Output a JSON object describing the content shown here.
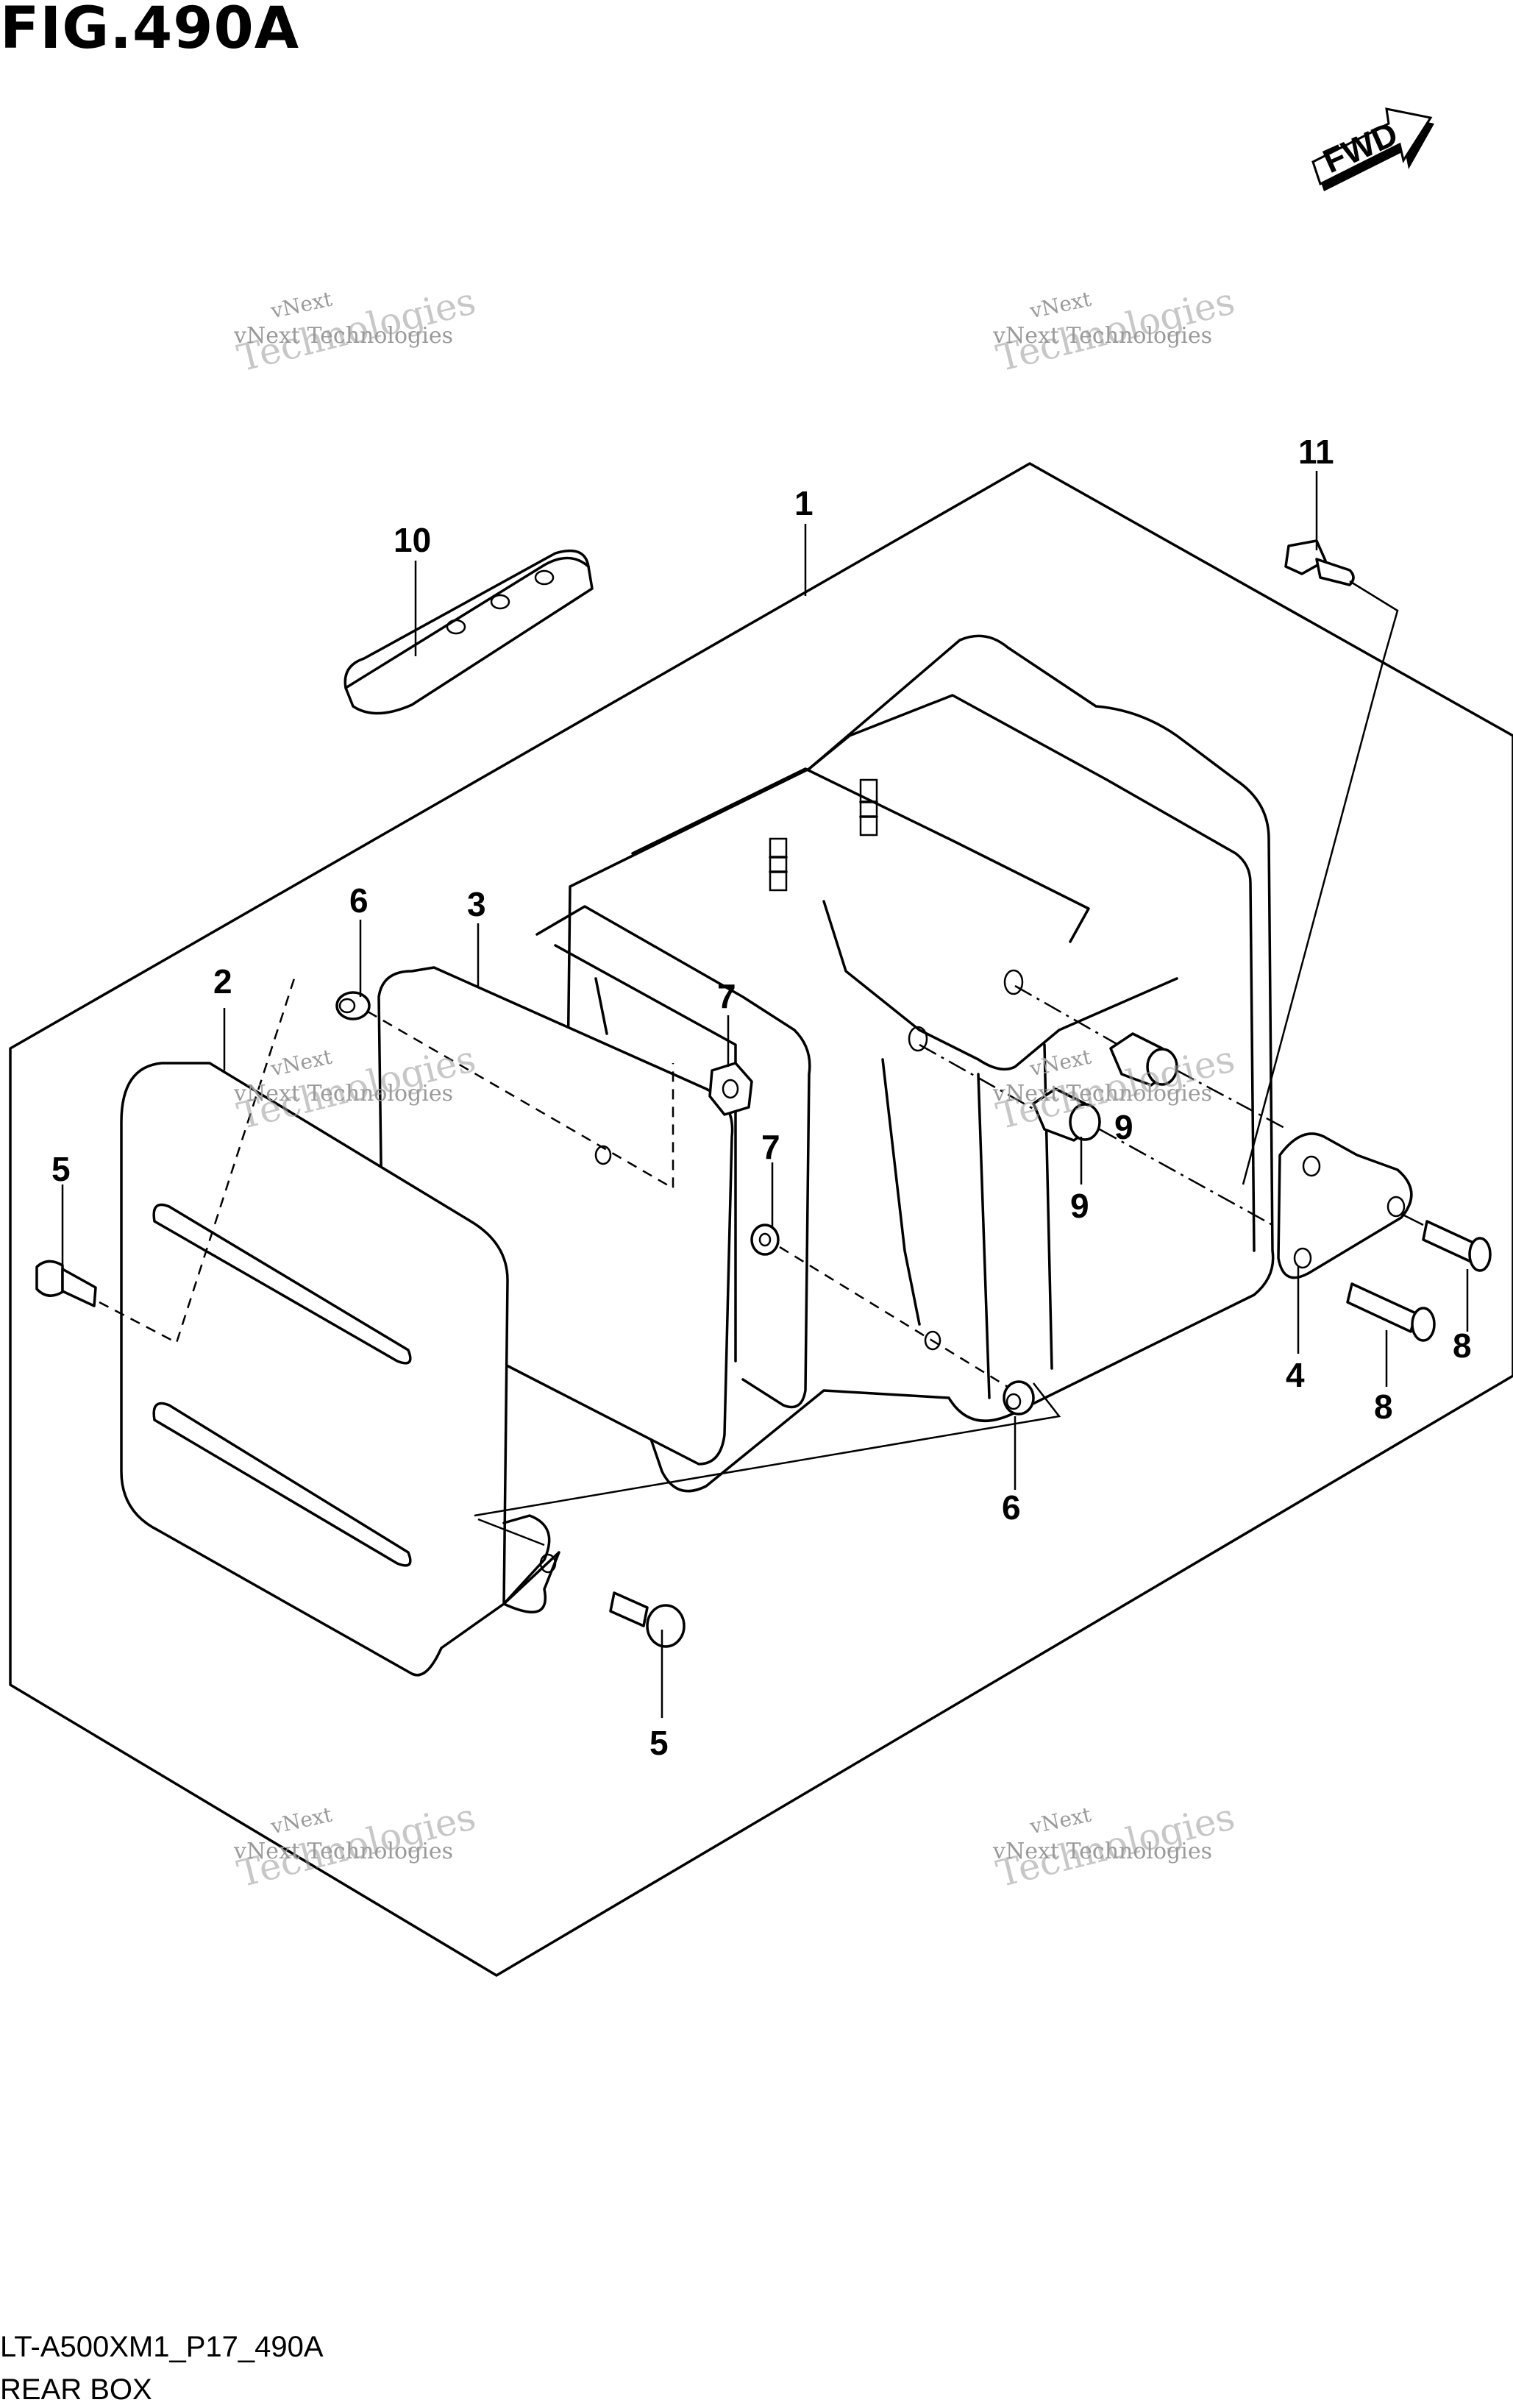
{
  "figure_title": "FIG.490A",
  "fwd_label": "FWD",
  "model_code": "LT-A500XM1_P17_490A",
  "section_name": "REAR BOX",
  "watermark": {
    "line1": "vNext",
    "line2": "vNext Technologies",
    "line3": "Technologies"
  },
  "callouts": {
    "c1": "1",
    "c2": "2",
    "c3": "3",
    "c4": "4",
    "c5a": "5",
    "c5b": "5",
    "c6a": "6",
    "c6b": "6",
    "c7a": "7",
    "c7b": "7",
    "c8a": "8",
    "c8b": "8",
    "c9a": "9",
    "c9b": "9",
    "c10": "10",
    "c11": "11"
  }
}
